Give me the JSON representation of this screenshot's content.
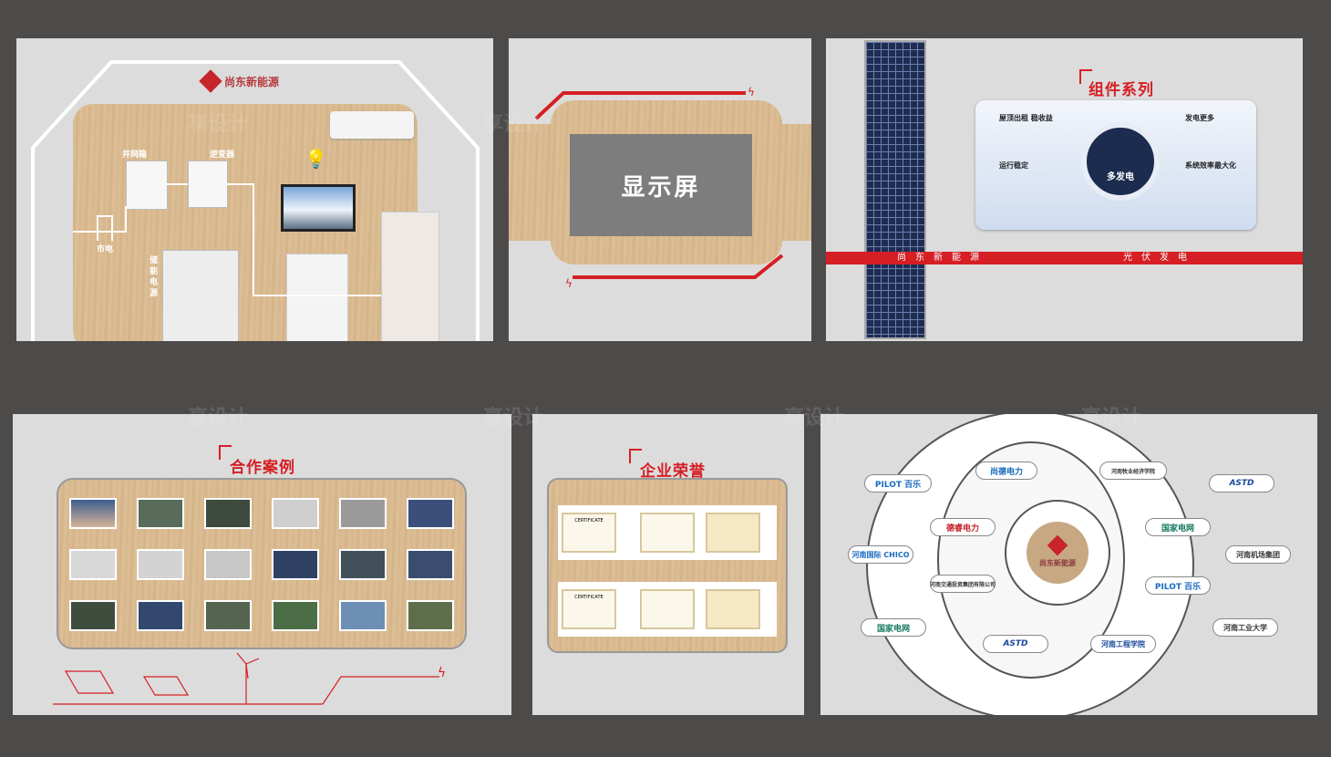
{
  "panel1": {
    "brand": "尚东新能源",
    "labels": {
      "grid_box": "并网箱",
      "inverter": "逆变器",
      "utility": "市电",
      "storage": "储能电源"
    }
  },
  "panel2": {
    "screen_label": "显示屏"
  },
  "panel3": {
    "title": "组件系列",
    "center_label": "多发电",
    "features": [
      {
        "title": "屋顶出租 稳收益"
      },
      {
        "title": "发电更多"
      },
      {
        "title": "运行稳定"
      },
      {
        "title": "系统效率最大化"
      }
    ],
    "banner_left": "尚　东　新　能　源",
    "banner_right": "光　伏　发　电"
  },
  "panel4": {
    "title": "合作案例"
  },
  "panel5": {
    "title": "企业荣誉",
    "cert_text": "CERTIFICATE"
  },
  "panel6": {
    "brand": "尚东新能源",
    "partners": [
      "PILOT 百乐",
      "尚德电力",
      "河南牧业经济学院",
      "ASTD",
      "德睿电力",
      "国家电网",
      "河南国际 CHICO",
      "河南机场集团",
      "河南交通投资集团有限公司",
      "PILOT 百乐",
      "国家电网",
      "ASTD",
      "河南工程学院",
      "河南工业大学"
    ]
  },
  "watermark": "享设计"
}
